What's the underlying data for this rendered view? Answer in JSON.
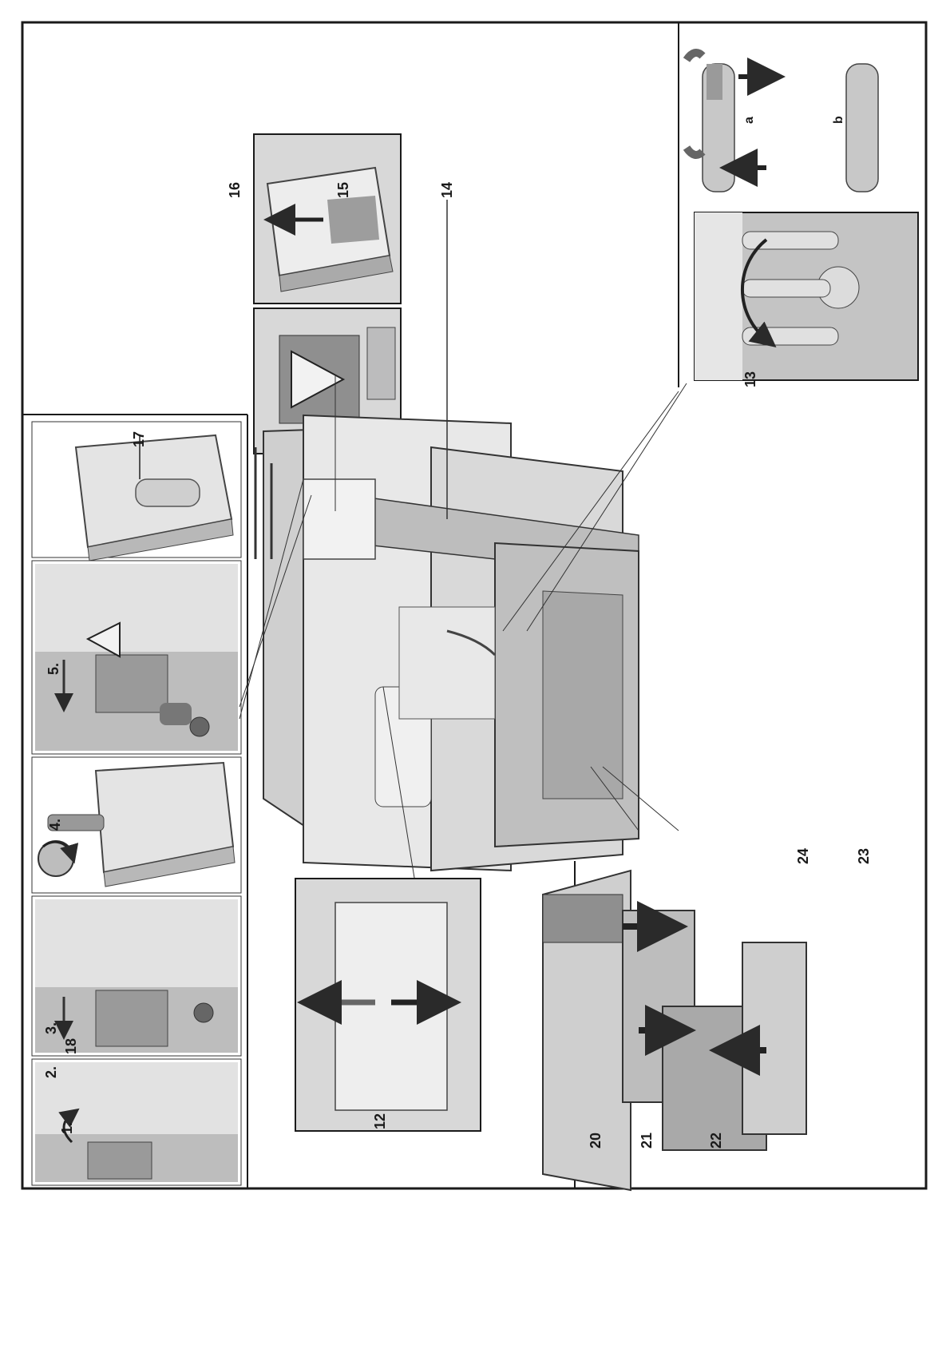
{
  "labels": {
    "n1": "1.",
    "n2": "2.",
    "n3": "3.",
    "n4": "4.",
    "n5": "5.",
    "c12": "12",
    "c13": "13",
    "c14": "14",
    "c15": "15",
    "c16": "16",
    "c17": "17",
    "c18": "18",
    "c20": "20",
    "c21": "21",
    "c22": "22",
    "c23": "23",
    "c24": "24",
    "ca": "a",
    "cb": "b"
  },
  "icons": {
    "warning": "warning-triangle-icon",
    "arrows": "direction-arrow-icon"
  },
  "colors": {
    "frame": "#1a1a1a",
    "panel": "#d4d4d4",
    "shade": "#9a9a9a",
    "dark": "#5a5a5a",
    "light": "#ececec"
  }
}
